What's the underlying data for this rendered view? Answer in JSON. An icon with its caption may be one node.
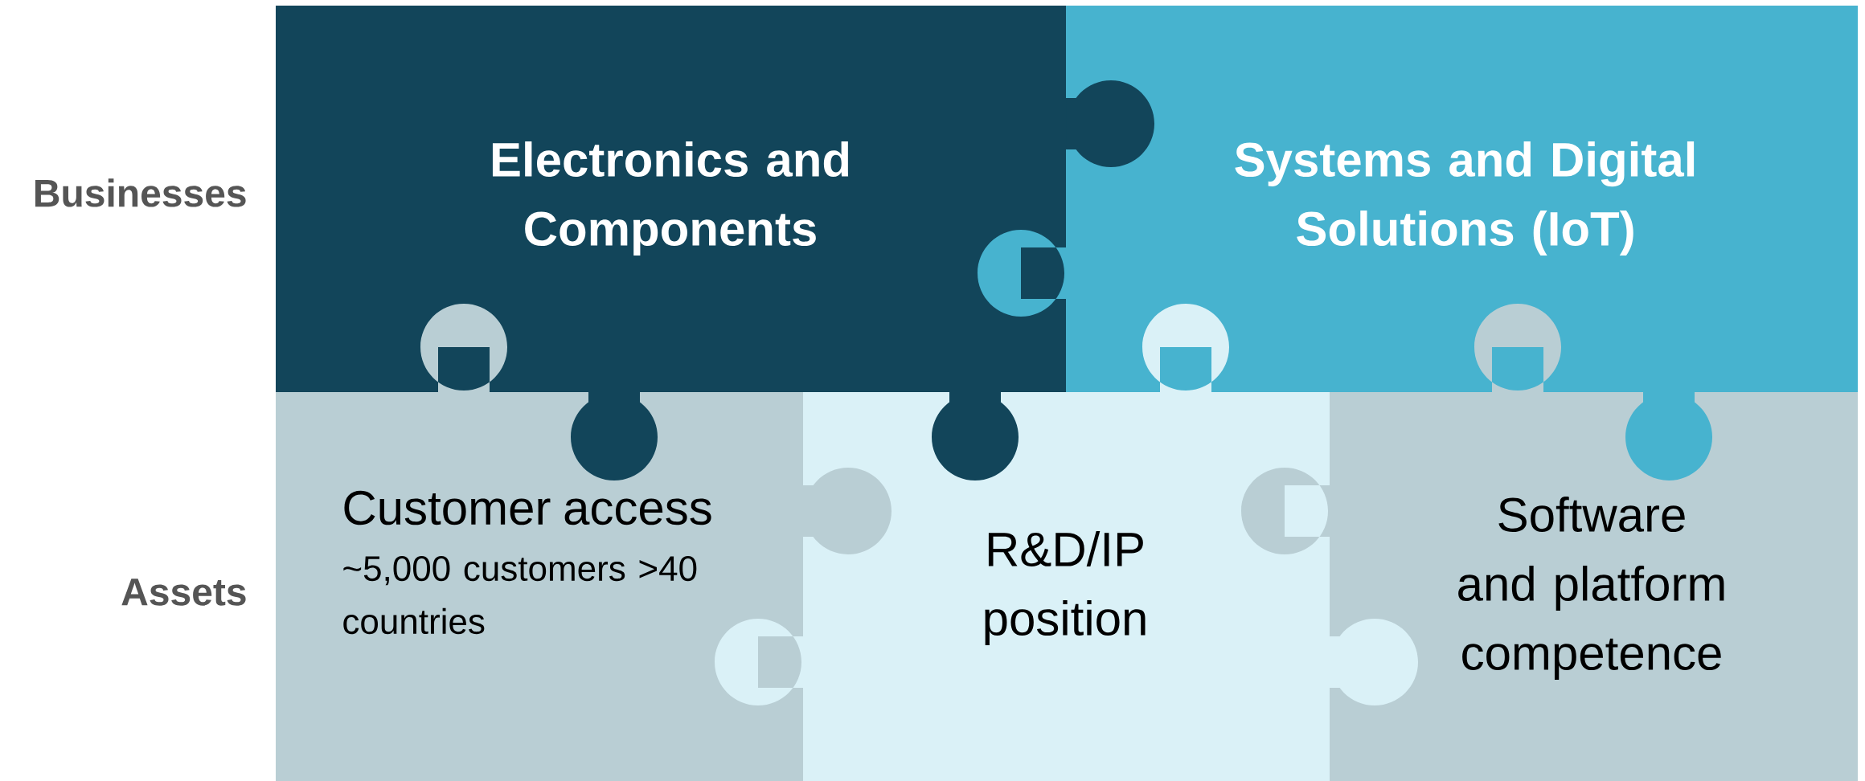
{
  "diagram": {
    "nodes": [
      {
        "text": [
          "Electronics and Components"
        ]
      },
      {
        "text": [
          "Systems and Digital Solutions (IoT)"
        ]
      },
      {
        "text": [
          "Customer access",
          "~5,000 customers >40 countries"
        ]
      },
      {
        "text": [
          "R&D/IP position"
        ]
      },
      {
        "text": [
          "Software and platform competence"
        ]
      }
    ],
    "labels": [
      "Businesses",
      "Assets"
    ]
  }
}
